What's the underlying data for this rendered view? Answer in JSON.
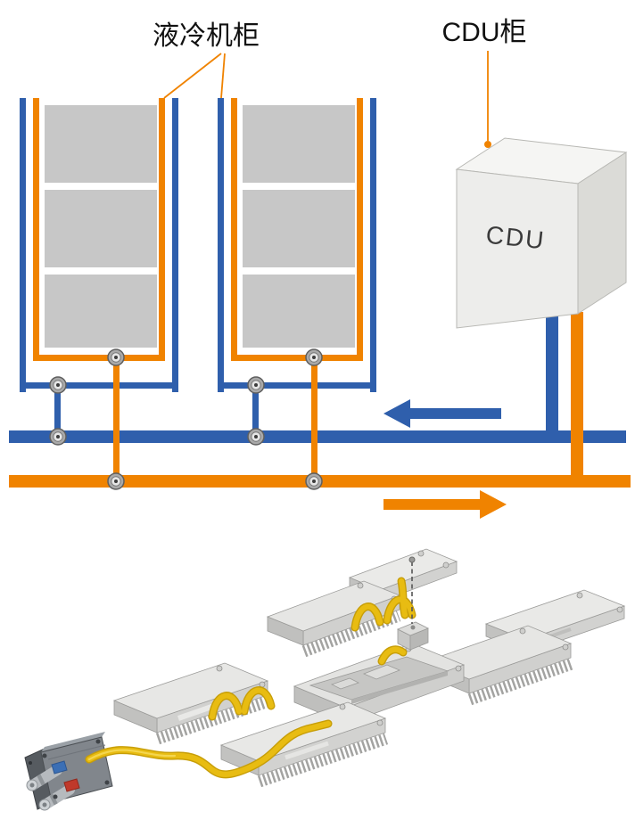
{
  "labels": {
    "liquid_cooling_cabinet": "液冷机柜",
    "cdu_cabinet": "CDU柜",
    "cdu_unit": "CDU"
  },
  "colors": {
    "supply_orange": "#F08300",
    "return_blue": "#2F5FAC",
    "server_gray": "#C7C7C7",
    "tube_yellow": "#E8BC12"
  },
  "flow": {
    "return_arrow_direction": "left",
    "supply_arrow_direction": "right"
  }
}
